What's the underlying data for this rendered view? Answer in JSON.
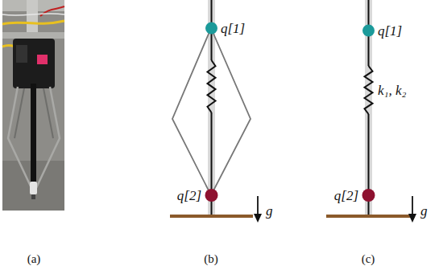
{
  "diagram": {
    "labels": [
      "q[1]",
      "q[2]",
      "g",
      "q[1]",
      "k₁, k₂",
      "q[2]",
      "g",
      "(a)",
      "(b)",
      "(c)"
    ]
  }
}
